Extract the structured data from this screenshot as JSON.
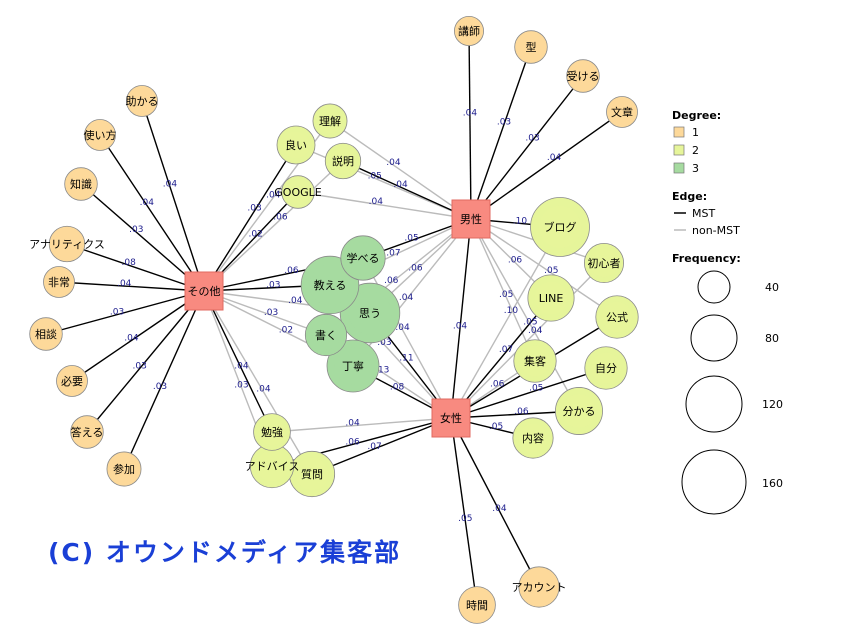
{
  "legend": {
    "degree_title": "Degree:",
    "degree_items": [
      {
        "label": "1",
        "color": "#fdd99a"
      },
      {
        "label": "2",
        "color": "#e6f59a"
      },
      {
        "label": "3",
        "color": "#a6dba0"
      }
    ],
    "edge_title": "Edge:",
    "edge_items": [
      {
        "label": "MST",
        "color": "#000000"
      },
      {
        "label": "non-MST",
        "color": "#bbbbbb"
      }
    ],
    "freq_title": "Frequency:",
    "freq_items": [
      "40",
      "80",
      "120",
      "160"
    ]
  },
  "watermark": "(C) オウンドメディア集客部",
  "colors": {
    "hub": "#f88a80",
    "deg1": "#fdd99a",
    "deg2": "#e6f59a",
    "deg3": "#a6dba0",
    "mst": "#000000",
    "non_mst": "#bbbbbb",
    "edge_label": "#1c1c8c"
  },
  "nodes": [
    {
      "id": "sonota",
      "label": "その他",
      "type": "hub"
    },
    {
      "id": "dansei",
      "label": "男性",
      "type": "hub"
    },
    {
      "id": "josei",
      "label": "女性",
      "type": "hub"
    },
    {
      "id": "tasukaru",
      "label": "助かる",
      "degree": 1,
      "freq": 5
    },
    {
      "id": "tsukaikata",
      "label": "使い方",
      "degree": 1,
      "freq": 5
    },
    {
      "id": "chishiki",
      "label": "知識",
      "degree": 1,
      "freq": 6
    },
    {
      "id": "analytics",
      "label": "アナリティクス",
      "degree": 1,
      "freq": 8
    },
    {
      "id": "hijou",
      "label": "非常",
      "degree": 1,
      "freq": 5
    },
    {
      "id": "soudan",
      "label": "相談",
      "degree": 1,
      "freq": 6
    },
    {
      "id": "hitsuyou",
      "label": "必要",
      "degree": 1,
      "freq": 5
    },
    {
      "id": "kotaeru",
      "label": "答える",
      "degree": 1,
      "freq": 6
    },
    {
      "id": "sanka",
      "label": "参加",
      "degree": 1,
      "freq": 7
    },
    {
      "id": "koushi",
      "label": "講師",
      "degree": 1,
      "freq": 4
    },
    {
      "id": "kata",
      "label": "型",
      "degree": 1,
      "freq": 6
    },
    {
      "id": "ukeru",
      "label": "受ける",
      "degree": 1,
      "freq": 6
    },
    {
      "id": "bunshou",
      "label": "文章",
      "degree": 1,
      "freq": 5
    },
    {
      "id": "jikan",
      "label": "時間",
      "degree": 1,
      "freq": 9
    },
    {
      "id": "account",
      "label": "アカウント",
      "degree": 1,
      "freq": 12
    },
    {
      "id": "rikai",
      "label": "理解",
      "degree": 2,
      "freq": 7
    },
    {
      "id": "yoi",
      "label": "良い",
      "degree": 2,
      "freq": 10
    },
    {
      "id": "setsumei",
      "label": "説明",
      "degree": 2,
      "freq": 8
    },
    {
      "id": "google",
      "label": "GOOGLE",
      "degree": 2,
      "freq": 6
    },
    {
      "id": "blog",
      "label": "ブログ",
      "degree": 2,
      "freq": 35
    },
    {
      "id": "shoshinsha",
      "label": "初心者",
      "degree": 2,
      "freq": 11
    },
    {
      "id": "line",
      "label": "LINE",
      "degree": 2,
      "freq": 18
    },
    {
      "id": "koushiki",
      "label": "公式",
      "degree": 2,
      "freq": 14
    },
    {
      "id": "shukyaku",
      "label": "集客",
      "degree": 2,
      "freq": 14
    },
    {
      "id": "jibun",
      "label": "自分",
      "degree": 2,
      "freq": 14
    },
    {
      "id": "wakaru",
      "label": "分かる",
      "degree": 2,
      "freq": 19
    },
    {
      "id": "naiyou",
      "label": "内容",
      "degree": 2,
      "freq": 12
    },
    {
      "id": "benkyou",
      "label": "勉強",
      "degree": 2,
      "freq": 9
    },
    {
      "id": "advice",
      "label": "アドバイス",
      "degree": 2,
      "freq": 15
    },
    {
      "id": "shitsumon",
      "label": "質問",
      "degree": 2,
      "freq": 17
    },
    {
      "id": "manaberu",
      "label": "学べる",
      "degree": 3,
      "freq": 16
    },
    {
      "id": "oshieru",
      "label": "教える",
      "degree": 3,
      "freq": 33
    },
    {
      "id": "omou",
      "label": "思う",
      "degree": 3,
      "freq": 36
    },
    {
      "id": "kaku",
      "label": "書く",
      "degree": 3,
      "freq": 13
    },
    {
      "id": "teinei",
      "label": "丁寧",
      "degree": 3,
      "freq": 25
    }
  ],
  "edges": [
    {
      "from": "sonota",
      "to": "tasukaru",
      "mst": true,
      "w": ".04"
    },
    {
      "from": "sonota",
      "to": "tsukaikata",
      "mst": true,
      "w": ".04"
    },
    {
      "from": "sonota",
      "to": "chishiki",
      "mst": true,
      "w": ".03"
    },
    {
      "from": "sonota",
      "to": "analytics",
      "mst": true,
      "w": ".08"
    },
    {
      "from": "sonota",
      "to": "hijou",
      "mst": true,
      "w": ".04"
    },
    {
      "from": "sonota",
      "to": "soudan",
      "mst": true,
      "w": ".03"
    },
    {
      "from": "sonota",
      "to": "hitsuyou",
      "mst": true,
      "w": ".04"
    },
    {
      "from": "sonota",
      "to": "kotaeru",
      "mst": true,
      "w": ".03"
    },
    {
      "from": "sonota",
      "to": "sanka",
      "mst": true,
      "w": ".03"
    },
    {
      "from": "sonota",
      "to": "yoi",
      "mst": true,
      "w": ".03"
    },
    {
      "from": "sonota",
      "to": "google",
      "mst": true,
      "w": ".02"
    },
    {
      "from": "sonota",
      "to": "rikai",
      "mst": false,
      "w": ".04"
    },
    {
      "from": "sonota",
      "to": "setsumei",
      "mst": false,
      "w": ".06"
    },
    {
      "from": "sonota",
      "to": "oshieru",
      "mst": true,
      "w": ".03"
    },
    {
      "from": "sonota",
      "to": "manaberu",
      "mst": true,
      "w": ".06"
    },
    {
      "from": "sonota",
      "to": "omou",
      "mst": false,
      "w": ".04"
    },
    {
      "from": "sonota",
      "to": "kaku",
      "mst": false,
      "w": ".03"
    },
    {
      "from": "sonota",
      "to": "teinei",
      "mst": false,
      "w": ".02"
    },
    {
      "from": "sonota",
      "to": "benkyou",
      "mst": true,
      "w": ".04"
    },
    {
      "from": "sonota",
      "to": "advice",
      "mst": false,
      "w": ".03"
    },
    {
      "from": "sonota",
      "to": "shitsumon",
      "mst": false,
      "w": ".04"
    },
    {
      "from": "dansei",
      "to": "koushi",
      "mst": true,
      "w": ".04"
    },
    {
      "from": "dansei",
      "to": "kata",
      "mst": true,
      "w": ".03"
    },
    {
      "from": "dansei",
      "to": "ukeru",
      "mst": true,
      "w": ".03"
    },
    {
      "from": "dansei",
      "to": "bunshou",
      "mst": true,
      "w": ".04"
    },
    {
      "from": "dansei",
      "to": "setsumei",
      "mst": true,
      "w": ".04"
    },
    {
      "from": "dansei",
      "to": "yoi",
      "mst": false,
      "w": ".05"
    },
    {
      "from": "dansei",
      "to": "rikai",
      "mst": false,
      "w": ".04"
    },
    {
      "from": "dansei",
      "to": "google",
      "mst": false,
      "w": ".04"
    },
    {
      "from": "dansei",
      "to": "blog",
      "mst": true,
      "w": ".10"
    },
    {
      "from": "dansei",
      "to": "shoshinsha",
      "mst": false,
      "w": ".06"
    },
    {
      "from": "dansei",
      "to": "line",
      "mst": false,
      "w": ".06"
    },
    {
      "from": "dansei",
      "to": "koushiki",
      "mst": false,
      "w": ".05"
    },
    {
      "from": "dansei",
      "to": "shukyaku",
      "mst": false,
      "w": ".05"
    },
    {
      "from": "dansei",
      "to": "wakaru",
      "mst": false,
      "w": ".05"
    },
    {
      "from": "dansei",
      "to": "manaberu",
      "mst": true,
      "w": ".05"
    },
    {
      "from": "dansei",
      "to": "oshieru",
      "mst": false,
      "w": ".07"
    },
    {
      "from": "dansei",
      "to": "omou",
      "mst": false,
      "w": ".06"
    },
    {
      "from": "dansei",
      "to": "kaku",
      "mst": false,
      "w": ".06"
    },
    {
      "from": "dansei",
      "to": "teinei",
      "mst": false,
      "w": ".04"
    },
    {
      "from": "dansei",
      "to": "josei",
      "mst": true,
      "w": ".04"
    },
    {
      "from": "josei",
      "to": "line",
      "mst": true,
      "w": ".07"
    },
    {
      "from": "josei",
      "to": "koushiki",
      "mst": true,
      "w": ".05"
    },
    {
      "from": "josei",
      "to": "jibun",
      "mst": true,
      "w": ".05"
    },
    {
      "from": "josei",
      "to": "wakaru",
      "mst": true,
      "w": ".06"
    },
    {
      "from": "josei",
      "to": "naiyou",
      "mst": true,
      "w": ".05"
    },
    {
      "from": "josei",
      "to": "shukyaku",
      "mst": false,
      "w": ".06"
    },
    {
      "from": "josei",
      "to": "blog",
      "mst": false,
      "w": ".10"
    },
    {
      "from": "josei",
      "to": "shoshinsha",
      "mst": false,
      "w": ".04"
    },
    {
      "from": "josei",
      "to": "benkyou",
      "mst": false,
      "w": ".04"
    },
    {
      "from": "josei",
      "to": "advice",
      "mst": true,
      "w": ".06"
    },
    {
      "from": "josei",
      "to": "shitsumon",
      "mst": true,
      "w": ".07"
    },
    {
      "from": "josei",
      "to": "jikan",
      "mst": true,
      "w": ".05"
    },
    {
      "from": "josei",
      "to": "account",
      "mst": true,
      "w": ".04"
    },
    {
      "from": "josei",
      "to": "omou",
      "mst": true,
      "w": ".11"
    },
    {
      "from": "josei",
      "to": "teinei",
      "mst": true,
      "w": ".08"
    },
    {
      "from": "josei",
      "to": "kaku",
      "mst": false,
      "w": ".13"
    },
    {
      "from": "josei",
      "to": "oshieru",
      "mst": false,
      "w": ".03"
    },
    {
      "from": "josei",
      "to": "manaberu",
      "mst": false,
      "w": ".04"
    }
  ]
}
